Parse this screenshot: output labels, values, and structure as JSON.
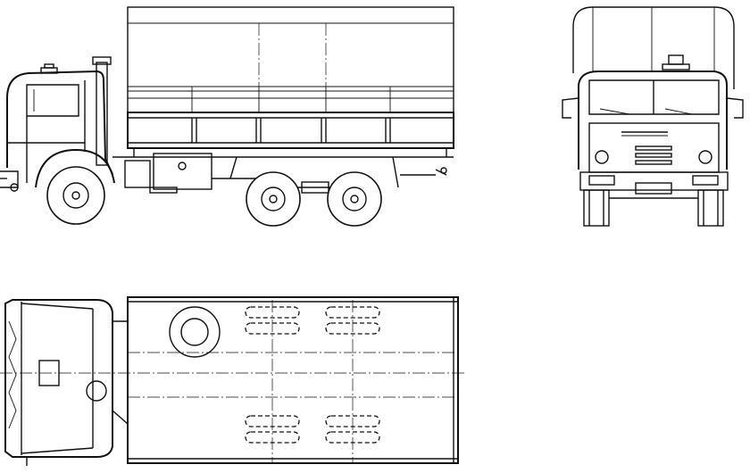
{
  "drawing": {
    "views": [
      {
        "id": "side",
        "icon": "truck-side-view-icon"
      },
      {
        "id": "front",
        "icon": "truck-front-view-icon"
      },
      {
        "id": "top",
        "icon": "truck-top-view-icon"
      }
    ],
    "line_color": "#111111",
    "background": "#ffffff"
  }
}
